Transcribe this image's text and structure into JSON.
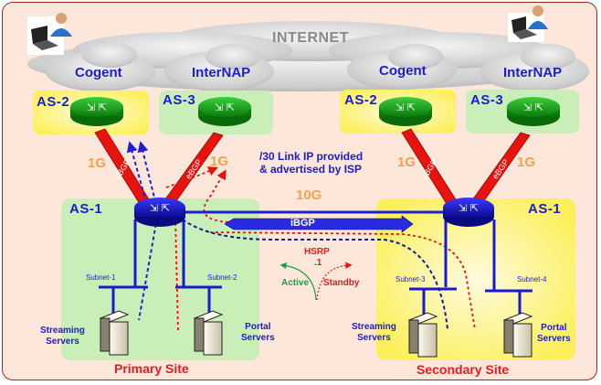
{
  "title": "INTERNET",
  "colors": {
    "frame_bg": "#fde6da",
    "frame_border": "#a0282a",
    "label_blue": "#1c1ccf",
    "speed_orange": "#f5a050",
    "ebgp_red": "#e8130d",
    "ibgp_blue": "#2a2ae0",
    "primary_zone": "#c9eeb8",
    "secondary_zone": "#fbf36e",
    "router_isp": "#1a9a1a",
    "router_core": "#1a1ad0",
    "site_red": "#e0201e",
    "hsrp_green": "#1ea04a"
  },
  "providers": [
    {
      "name": "Cogent",
      "as": "AS-2",
      "side": "left"
    },
    {
      "name": "InterNAP",
      "as": "AS-3",
      "side": "left"
    },
    {
      "name": "Cogent",
      "as": "AS-2",
      "side": "right"
    },
    {
      "name": "InterNAP",
      "as": "AS-3",
      "side": "right"
    }
  ],
  "links": {
    "uplink_speed": "1G",
    "uplink_protocol": "eBGP",
    "interconnect_speed": "10G",
    "interconnect_protocol": "iBGP"
  },
  "note": {
    "line1": "/30 Link IP provided",
    "line2": "& advertised by ISP"
  },
  "hsrp": {
    "label": "HSRP",
    "vip": ".1",
    "active": "Active",
    "standby": "Standby"
  },
  "sites": [
    {
      "name": "Primary Site",
      "as": "AS-1",
      "subnets": [
        "Subnet-1",
        "Subnet-2"
      ],
      "servers": [
        "Streaming Servers",
        "Portal Servers"
      ]
    },
    {
      "name": "Secondary Site",
      "as": "AS-1",
      "subnets": [
        "Subnet-3",
        "Subnet-4"
      ],
      "servers": [
        "Streaming Servers",
        "Portal Servers"
      ]
    }
  ],
  "server_labels": {
    "streaming_l1": "Streaming",
    "streaming_l2": "Servers",
    "portal_l1": "Portal",
    "portal_l2": "Servers"
  },
  "icons": [
    "laptop-user-icon",
    "cloud-icon",
    "router-icon",
    "server-icon"
  ]
}
